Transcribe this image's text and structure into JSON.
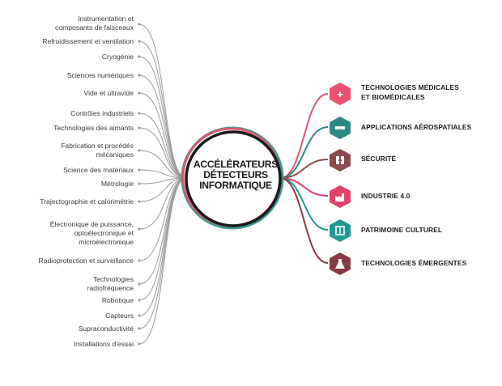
{
  "hub": {
    "line1": "ACCÉLÉRATEURS",
    "line2": "DÉTECTEURS",
    "line3": "INFORMATIQUE"
  },
  "technologies": [
    {
      "line1": "Instrumentation et",
      "line2": "composants de faisceaux"
    },
    {
      "line1": "Refroidissement et ventilation"
    },
    {
      "line1": "Cryogénie"
    },
    {
      "line1": "Sciences numériques"
    },
    {
      "line1": "Vide et ultravide"
    },
    {
      "line1": "Contrôles industriels"
    },
    {
      "line1": "Technologies des aimants"
    },
    {
      "line1": "Fabrication et procédés",
      "line2": "mécaniques"
    },
    {
      "line1": "Science des matériaux"
    },
    {
      "line1": "Métrologie"
    },
    {
      "line1": "Trajectographie et calorimétrie"
    },
    {
      "line1": "Électronique de puissance,",
      "line2": "optoélectronique et",
      "line3": "microélectronique"
    },
    {
      "line1": "Radioprotection et surveillance"
    },
    {
      "line1": "Technologies",
      "line2": "radiofréquence"
    },
    {
      "line1": "Robotique"
    },
    {
      "line1": "Capteurs"
    },
    {
      "line1": "Supraconductivité"
    },
    {
      "line1": "Installations d'essai"
    }
  ],
  "applications": [
    {
      "line1": "TECHNOLOGIES MÉDICALES",
      "line2": "ET BIOMÉDICALES",
      "color": "#e8526f",
      "icon": "medical-cross-icon"
    },
    {
      "line1": "APPLICATIONS AÉROSPATIALES",
      "color": "#2b8c84",
      "icon": "satellite-icon"
    },
    {
      "line1": "SÉCURITÉ",
      "color": "#8c4a4a",
      "icon": "security-icon"
    },
    {
      "line1": "INDUSTRIE 4.0",
      "color": "#e0426a",
      "icon": "factory-icon"
    },
    {
      "line1": "PATRIMOINE CULTUREL",
      "color": "#1f9a92",
      "icon": "book-icon"
    },
    {
      "line1": "TECHNOLOGIES ÉMERGENTES",
      "color": "#8a3a42",
      "icon": "lab-icon"
    }
  ],
  "colors": {
    "ring_dark": "#1a1a1a",
    "ring_pink": "#e8526f",
    "ring_teal": "#2b8c84",
    "branch_grey": "#9a9a9a"
  }
}
